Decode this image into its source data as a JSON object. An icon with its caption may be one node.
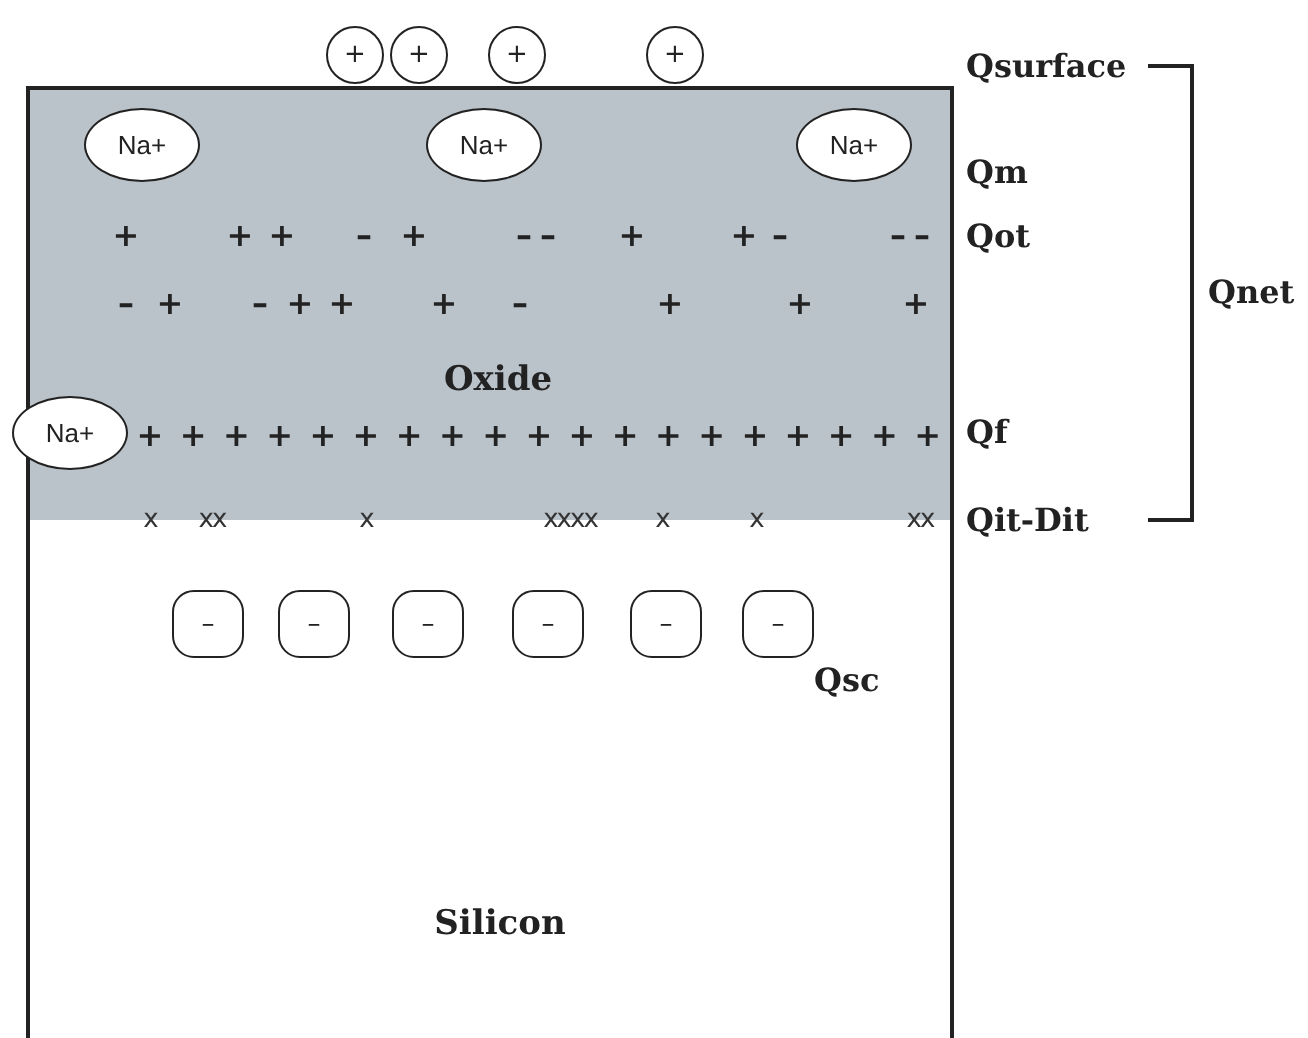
{
  "diagram": {
    "nodes": [
      {
        "text": [
          "+"
        ]
      },
      {
        "text": [
          "+"
        ]
      },
      {
        "text": [
          "+"
        ]
      },
      {
        "text": [
          "+"
        ]
      },
      {
        "text": [
          "Oxide"
        ]
      },
      {
        "text": [
          "Na+"
        ],
        "in": 4
      },
      {
        "text": [
          "Na+"
        ],
        "in": 4
      },
      {
        "text": [
          "Na+"
        ],
        "in": 4
      },
      {
        "text": [
          "Na+"
        ]
      },
      {
        "text": [
          "Silicon"
        ]
      },
      {
        "text": [
          "–"
        ],
        "in": 9
      },
      {
        "text": [
          "–"
        ],
        "in": 9
      },
      {
        "text": [
          "–"
        ],
        "in": 9
      },
      {
        "text": [
          "–"
        ],
        "in": 9
      },
      {
        "text": [
          "–"
        ],
        "in": 9
      },
      {
        "text": [
          "–"
        ],
        "in": 9
      }
    ],
    "edges": [],
    "labels": [
      "Qsurface",
      "Qm",
      "+",
      "+",
      "+",
      "–",
      "+",
      "–",
      "–",
      "+",
      "+",
      "–",
      "–",
      "–",
      "Qot",
      "Qnet",
      "–",
      "+",
      "–",
      "+",
      "+",
      "+",
      "–",
      "+",
      "+",
      "+",
      "+",
      "+",
      "+",
      "+",
      "+",
      "+",
      "+",
      "+",
      "+",
      "+",
      "+",
      "+",
      "+",
      "+",
      "+",
      "+",
      "+",
      "+",
      "+",
      "Qf",
      "x",
      "xx",
      "x",
      "xxxx",
      "x",
      "x",
      "xx",
      "Qit-Dit",
      "Qsc"
    ]
  }
}
